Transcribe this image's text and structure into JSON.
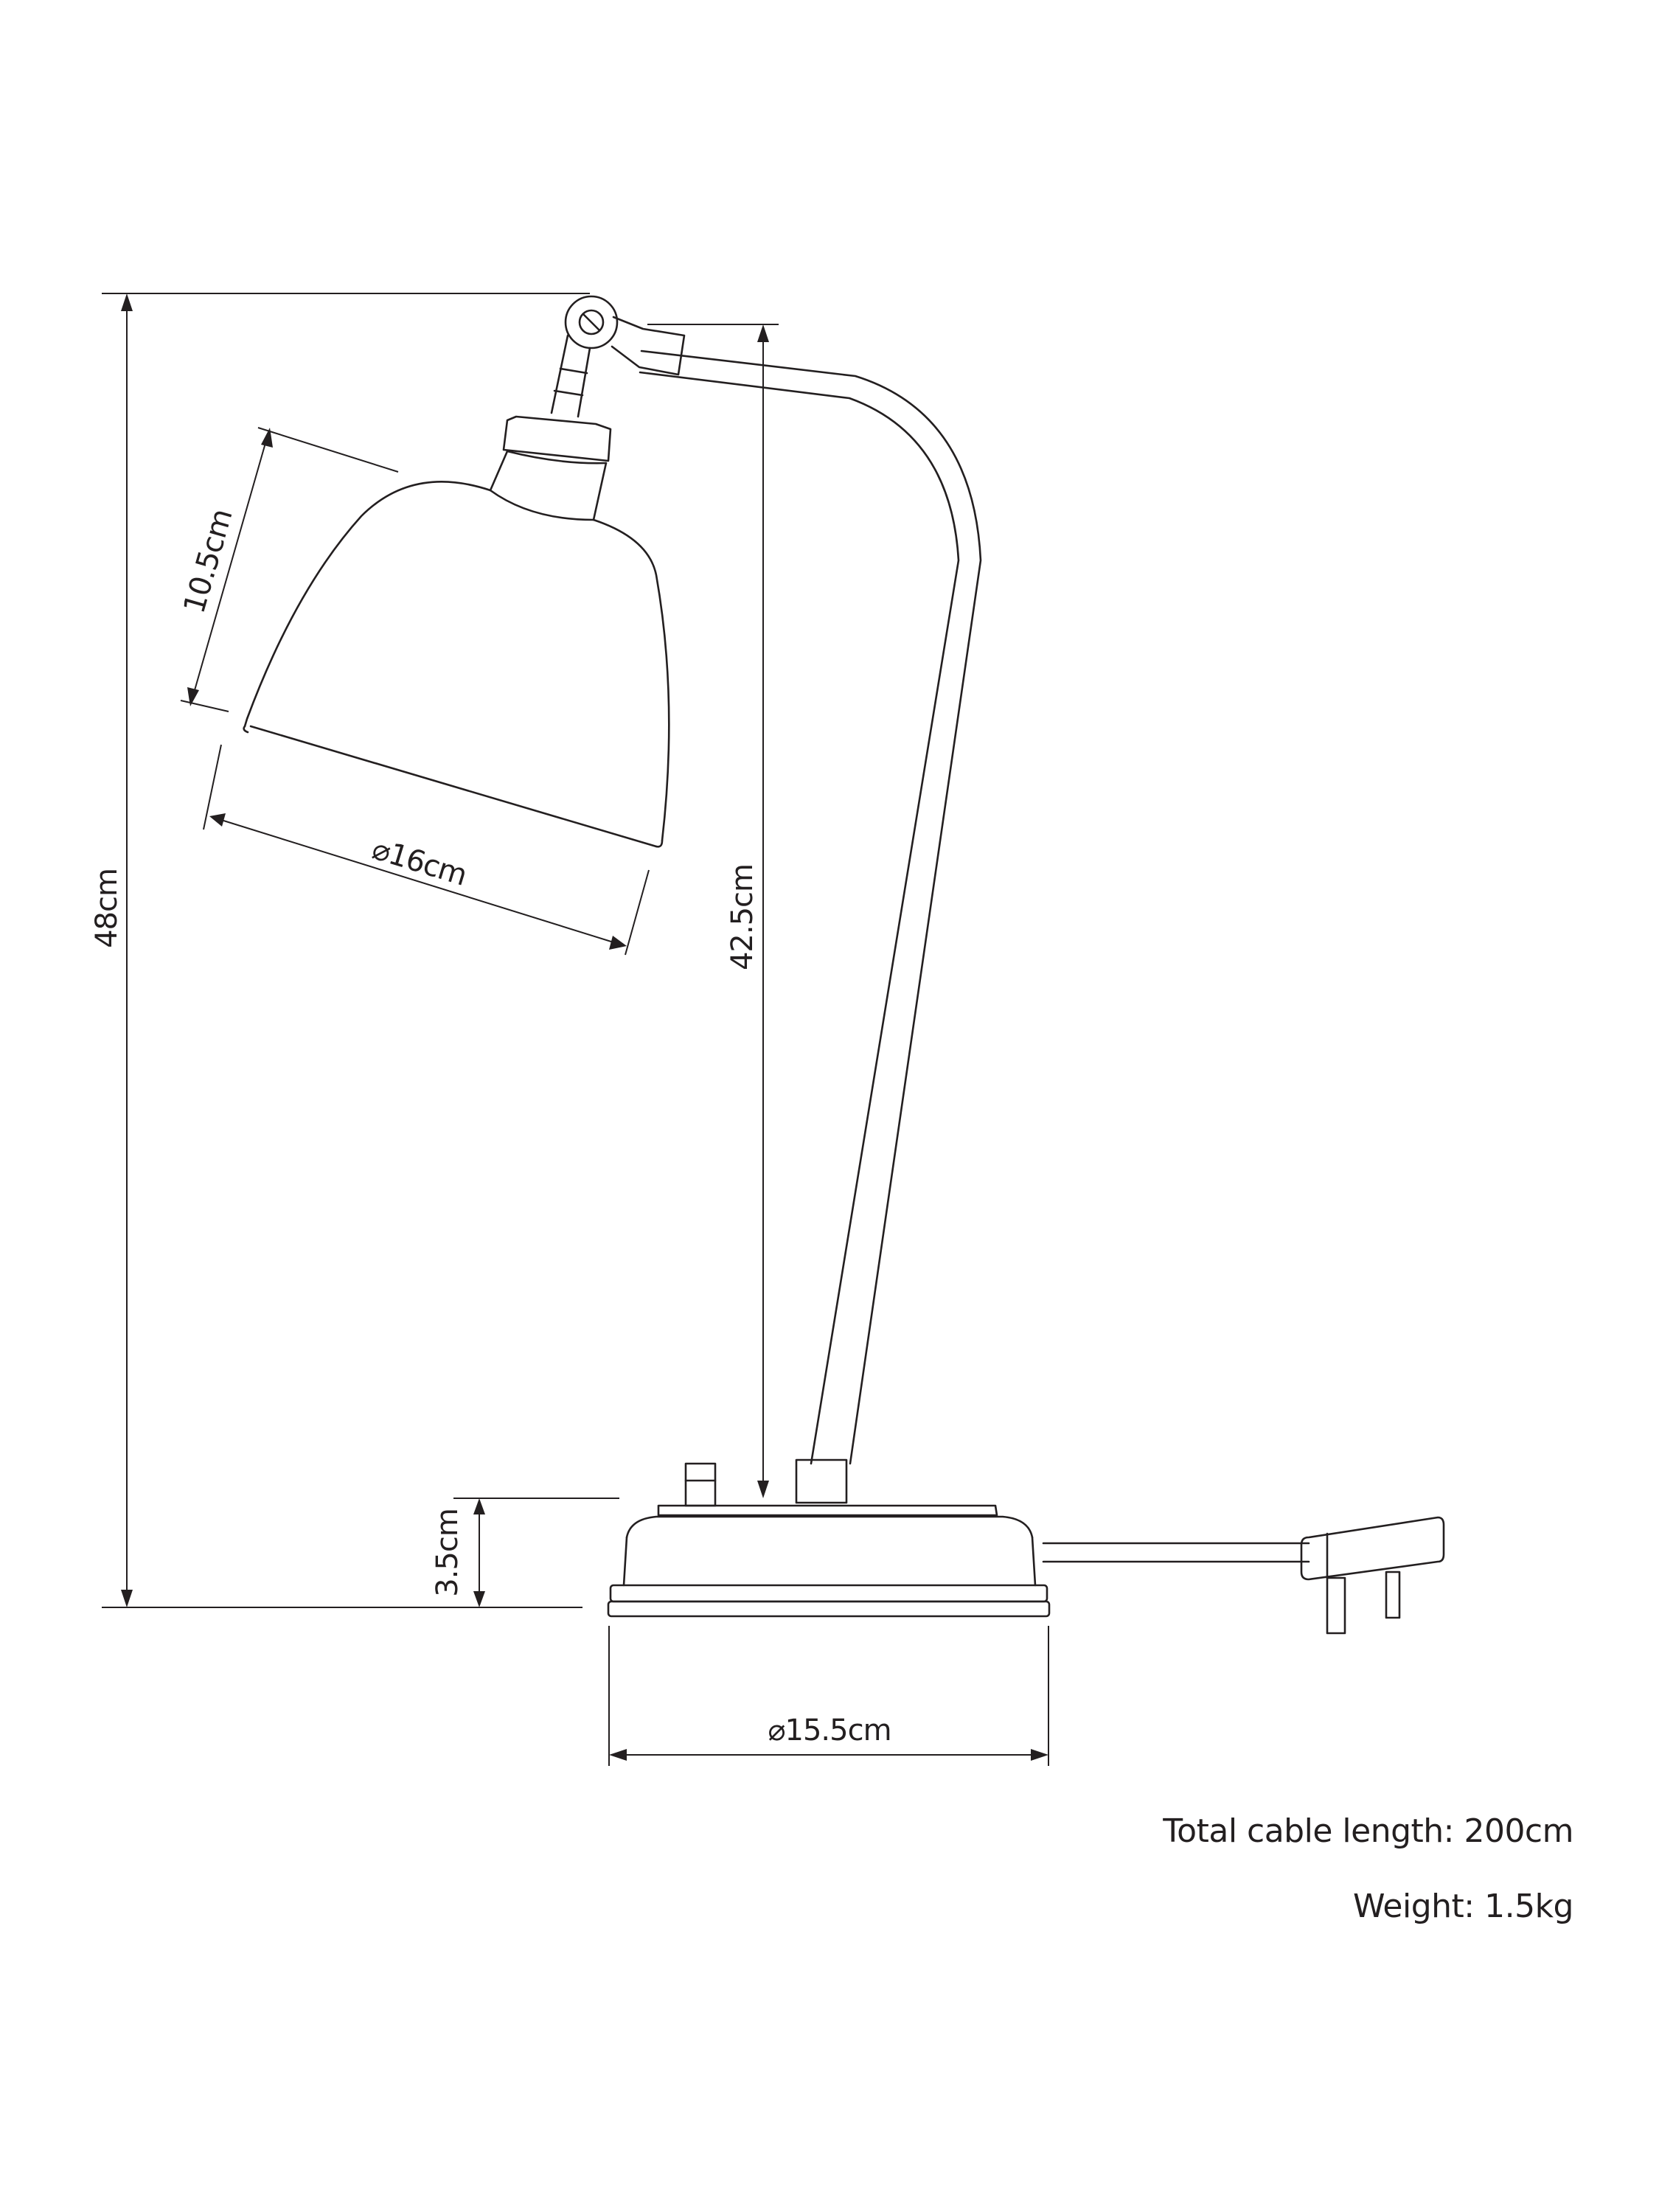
{
  "dimensions": {
    "overall_height": "48cm",
    "arm_height": "42.5cm",
    "shade_height": "10.5cm",
    "shade_diameter": "⌀16cm",
    "base_height": "3.5cm",
    "base_diameter": "⌀15.5cm"
  },
  "specs": {
    "cable_length": "Total cable length: 200cm",
    "weight": "Weight: 1.5kg"
  }
}
